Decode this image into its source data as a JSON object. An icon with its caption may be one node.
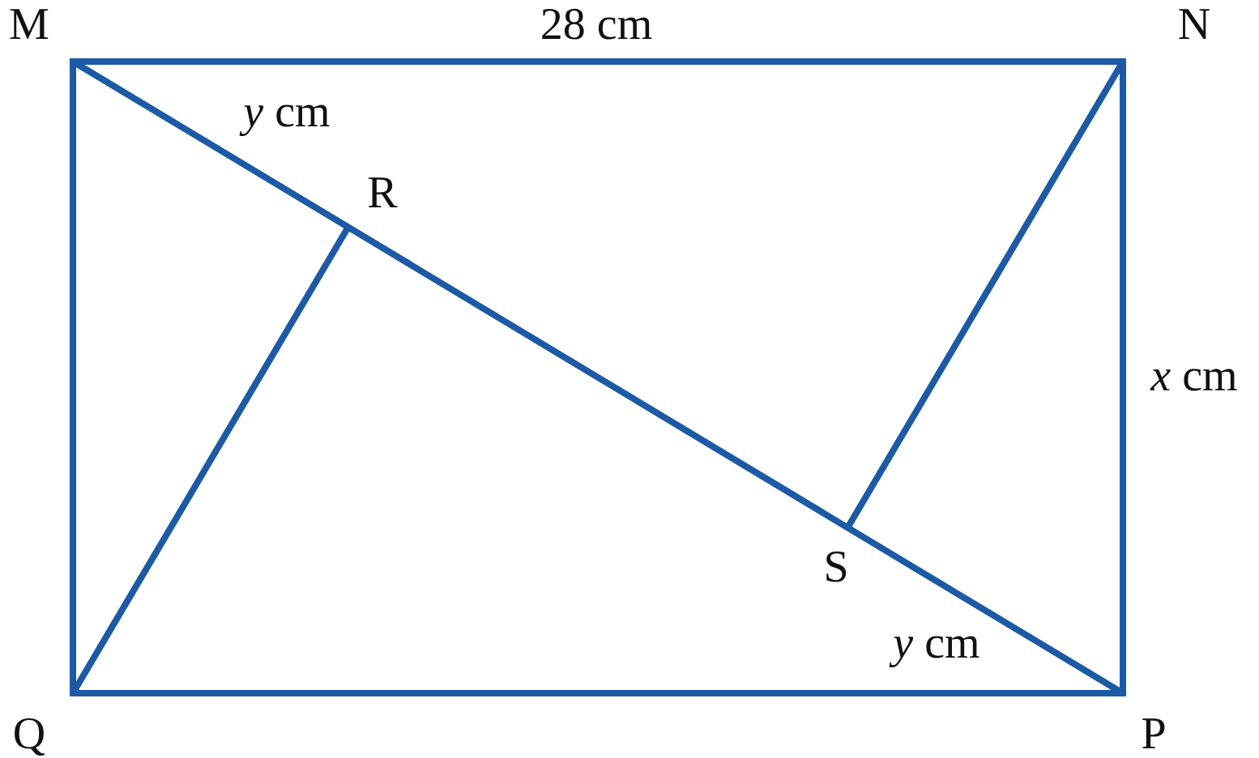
{
  "diagram": {
    "labels": [
      "M",
      "28 cm",
      "N",
      "*y* cm",
      "R",
      "*x* cm",
      "S",
      "*y* cm",
      "Q",
      "P"
    ]
  }
}
